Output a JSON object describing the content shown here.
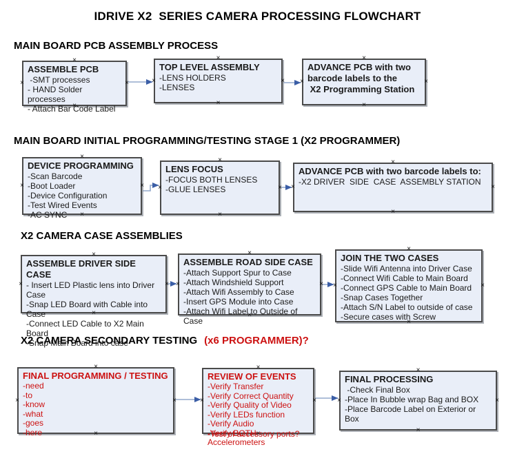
{
  "title": "IDRIVE X2  SERIES CAMERA PROCESSING FLOWCHART",
  "colors": {
    "box_fill": "#e9eef8",
    "box_border": "#4a4a4a",
    "arrow_shaft": "#93a9cc",
    "arrow_head": "#3b5ea6",
    "red_text": "#cc1111"
  },
  "sections": [
    {
      "heading": "MAIN BOARD PCB ASSEMBLY PROCESS",
      "boxes": [
        {
          "title": "ASSEMBLE PCB",
          "items": [
            " -SMT processes",
            "- HAND Solder processes",
            "- Attach Bar Code Label"
          ]
        },
        {
          "title": "TOP LEVEL ASSEMBLY",
          "items": [
            "-LENS HOLDERS",
            "-LENSES"
          ]
        },
        {
          "title": "ADVANCE PCB with two\nbarcode labels to the\n X2 Programming Station",
          "items": []
        }
      ]
    },
    {
      "heading": "MAIN BOARD INITIAL PROGRAMMING/TESTING STAGE 1 (X2 PROGRAMMER)",
      "boxes": [
        {
          "title": "DEVICE PROGRAMMING",
          "items": [
            "-Scan Barcode",
            "-Boot Loader",
            "-Device Configuration",
            "-Test Wired Events",
            "-AC SYNC"
          ]
        },
        {
          "title": "LENS FOCUS",
          "items": [
            "-FOCUS BOTH LENSES",
            "-GLUE LENSES"
          ]
        },
        {
          "title": "ADVANCE PCB with two barcode labels to:",
          "items": [
            "-X2 DRIVER  SIDE  CASE  ASSEMBLY STATION"
          ]
        }
      ]
    },
    {
      "heading": "X2 CAMERA CASE ASSEMBLIES",
      "boxes": [
        {
          "title": "ASSEMBLE DRIVER SIDE CASE",
          "items": [
            "- Insert LED Plastic lens into Driver Case",
            "-Snap LED Board with Cable into Case",
            "-Connect LED Cable to X2 Main Board",
            "-Snap Main Board into case"
          ]
        },
        {
          "title": "ASSEMBLE ROAD SIDE CASE",
          "items": [
            "-Attach Support Spur to Case",
            "-Attach Windshield Support",
            "-Attach Wifi Assembly to Case",
            "-Insert GPS Module into Case",
            "-Attach Wifi Label to Outside of Case"
          ]
        },
        {
          "title": "JOIN THE TWO CASES",
          "items": [
            "-Slide Wifi Antenna into Driver Case",
            "-Connect Wifi Cable to Main Board",
            "-Connect GPS Cable to Main Board",
            "-Snap Cases Together",
            "-Attach S/N Label to outside of case",
            "-Secure cases with Screw"
          ]
        }
      ]
    },
    {
      "heading": "X2 CAMERA SECONDARY TESTING",
      "heading_red": "(x6 PROGRAMMER)?",
      "boxes": [
        {
          "title": "FINAL PROGRAMMING / TESTING",
          "items": [
            "-need",
            "-to",
            "-know",
            "-what",
            "-goes",
            "-here"
          ]
        },
        {
          "title": "REVIEW OF EVENTS",
          "items": [
            "-Verify Transfer",
            "-Verify Correct Quantity",
            "-Verify Quality of Video",
            "-Verify LEDs function",
            "-Verify Audio",
            "-Verify BOTH Accelerometers"
          ],
          "overflow_item": "-Test of accessory ports?"
        },
        {
          "title": "FINAL PROCESSING",
          "items": [
            " -Check Final Box",
            "-Place In Bubble wrap Bag and BOX",
            "-Place Barcode Label on Exterior or Box"
          ]
        }
      ]
    }
  ]
}
